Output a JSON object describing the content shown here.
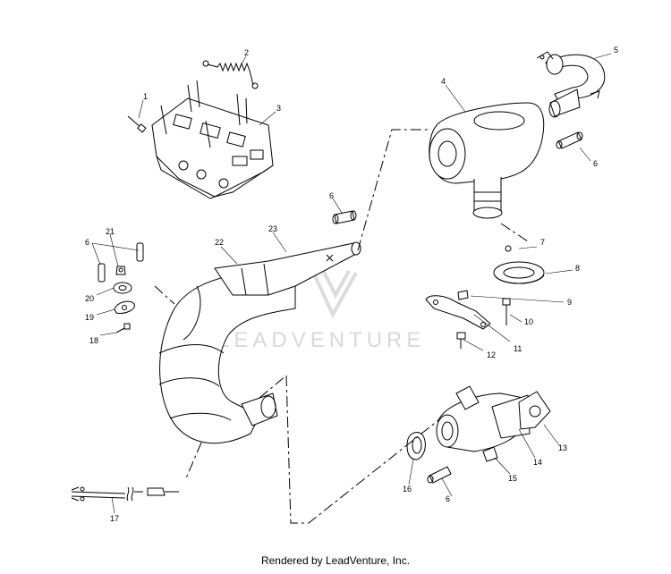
{
  "diagram": {
    "watermark": "LEADVENTURE",
    "callouts": [
      "1",
      "2",
      "3",
      "4",
      "5",
      "6",
      "6",
      "6",
      "6",
      "6",
      "7",
      "8",
      "9",
      "10",
      "11",
      "12",
      "13",
      "14",
      "15",
      "16",
      "17",
      "18",
      "19",
      "20",
      "21",
      "22",
      "23"
    ]
  },
  "footer": {
    "credit": "Rendered by LeadVenture, Inc."
  }
}
